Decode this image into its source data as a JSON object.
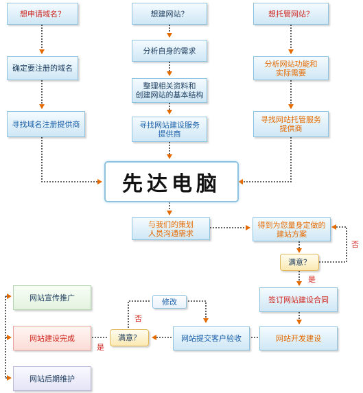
{
  "nodes": {
    "want_domain": "想申请域名？",
    "want_site": "想建网站？",
    "want_hosting": "想托管网站？",
    "confirm_domain": "确定要注册的域名",
    "analyze_needs": "分析自身的需求",
    "organize_materials": "整理相关资料和\n创建网站的基本结构",
    "analyze_functions": "分析网站功能和\n实际需要",
    "find_registrar": "寻找域名注册提供商",
    "find_builder": "寻找网站建设服务\n提供商",
    "find_host": "寻找网站托管服务\n提供商",
    "company": "先达电脑",
    "communicate": "与我们的策划\n人员沟通需求",
    "custom_plan": "得到为您量身定做的\n建站方案",
    "satisfied_1": "满意？",
    "sign_contract": "签订网站建设合同",
    "develop": "网站开发建设",
    "submit": "网站提交客户验收",
    "satisfied_2": "满意？",
    "modify": "修改",
    "promotion": "网站宣传推广",
    "complete": "网站建设完成",
    "maintenance": "网站后期维护"
  },
  "labels": {
    "no_1": "否",
    "yes_1": "是",
    "no_2": "否",
    "yes_2": "是"
  },
  "colors": {
    "arrow": "#e46a00",
    "dotted_line": "#222222",
    "box_border": "#8fc2de"
  }
}
